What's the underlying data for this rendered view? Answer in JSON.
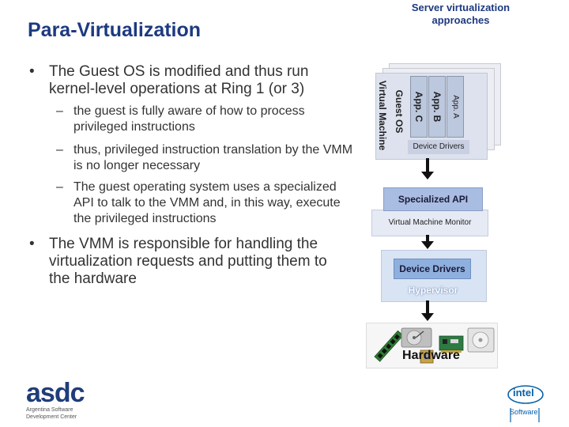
{
  "header": {
    "title": "Para-Virtualization",
    "corner_label": "Server virtualization approaches"
  },
  "content": {
    "bullet1": "The Guest OS is modified and thus run kernel-level operations at Ring 1 (or 3)",
    "sub1": "the guest is fully aware of how to process privileged instructions",
    "sub2": "thus, privileged instruction translation by the VMM is no longer necessary",
    "sub3": "The guest operating system uses a specialized API to talk to the VMM and, in this way, execute the privileged instructions",
    "bullet2": "The VMM is responsible for handling the virtualization requests and putting them to the hardware"
  },
  "diagram": {
    "vm_label": "Virtual Machine",
    "guest_os": "Guest OS",
    "app_a": "App. A",
    "app_b": "App. B",
    "app_c": "App. C",
    "vm_device_drivers": "Device Drivers",
    "specialized_api": "Specialized API",
    "vmm": "Virtual Machine Monitor",
    "hyp_device_drivers": "Device Drivers",
    "hypervisor": "Hypervisor",
    "hardware": "Hardware"
  },
  "logos": {
    "asdc_text": "asdc",
    "asdc_sub1": "Argentina Software",
    "asdc_sub2": "Development Center",
    "intel_text": "intel",
    "intel_sub": "Software"
  },
  "colors": {
    "title": "#1d3a80",
    "api_box": "#a9bde2",
    "hypervisor_bg": "#d8e4f4",
    "asdc_blue": "#1f3d7a",
    "intel_blue": "#0860a8"
  }
}
